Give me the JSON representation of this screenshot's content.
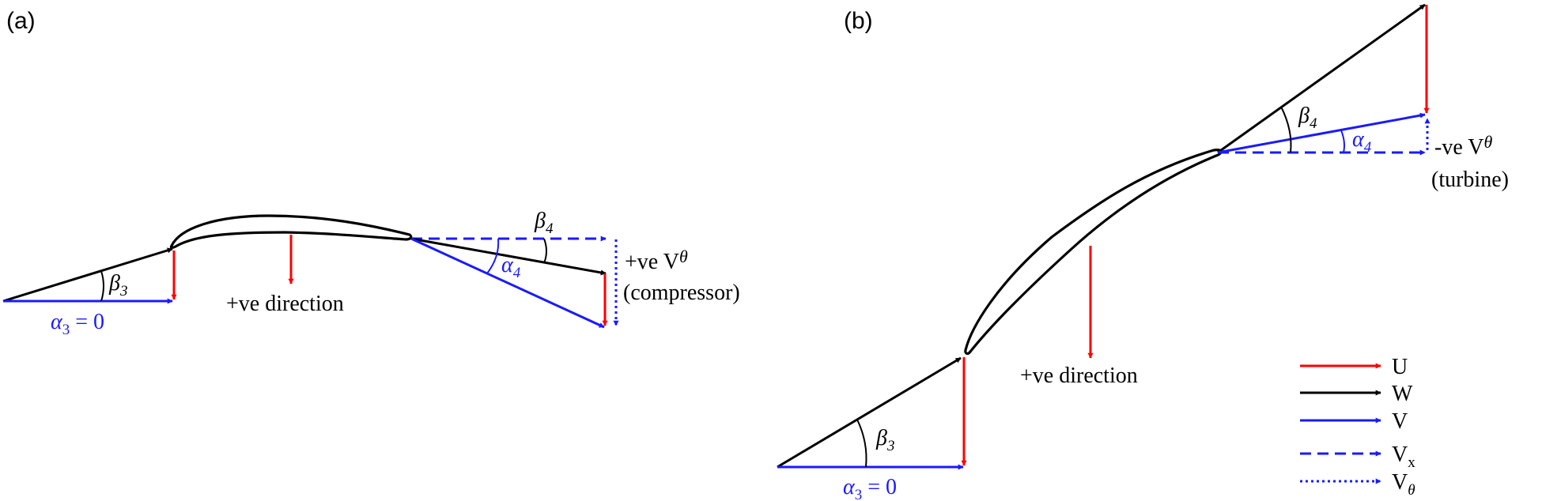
{
  "panels": {
    "a": {
      "tag": "(a)",
      "direction": "+ve direction",
      "beta3": {
        "sym": "β",
        "sub": "3"
      },
      "alpha3": {
        "sym": "α",
        "sub": "3",
        "rest": " = 0"
      },
      "beta4": {
        "sym": "β",
        "sub": "4"
      },
      "alpha4": {
        "sym": "α",
        "sub": "4"
      },
      "vtheta_label": "+ve V",
      "vtheta_sym": "θ",
      "machine": "(compressor)"
    },
    "b": {
      "tag": "(b)",
      "direction": "+ve direction",
      "beta3": {
        "sym": "β",
        "sub": "3"
      },
      "alpha3": {
        "sym": "α",
        "sub": "3",
        "rest": " = 0"
      },
      "beta4": {
        "sym": "β",
        "sub": "4"
      },
      "alpha4": {
        "sym": "α",
        "sub": "4"
      },
      "vtheta_label": "-ve V",
      "vtheta_sym": "θ",
      "machine": "(turbine)"
    }
  },
  "legend": [
    {
      "label": "U",
      "sub": "",
      "color": "#ff0000",
      "style": "solid"
    },
    {
      "label": "W",
      "sub": "",
      "color": "#000000",
      "style": "solid"
    },
    {
      "label": "V",
      "sub": "",
      "color": "#1a1aff",
      "style": "solid"
    },
    {
      "label": "V",
      "sub": "x",
      "color": "#1a1aff",
      "style": "dashed"
    },
    {
      "label": "V",
      "sub": "θ",
      "color": "#1a1aff",
      "style": "dotted"
    }
  ],
  "colors": {
    "u": "#ff0000",
    "w": "#000000",
    "v": "#1a1aff"
  }
}
